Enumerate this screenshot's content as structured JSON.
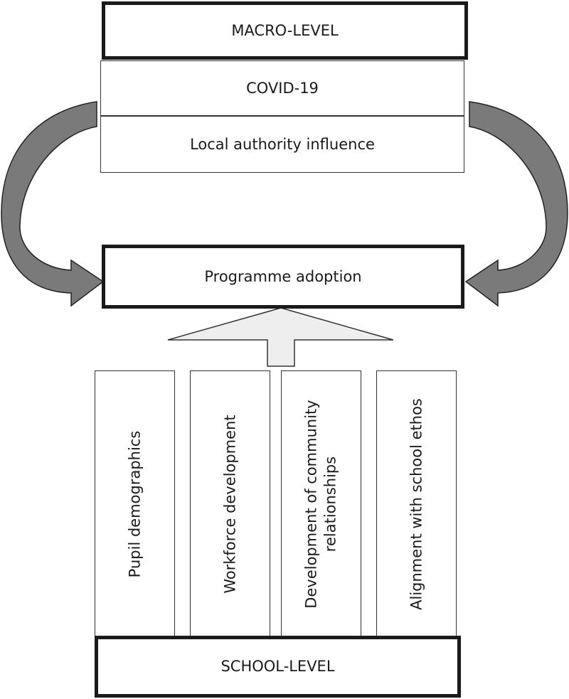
{
  "macro": {
    "title": "MACRO-LEVEL",
    "factors": [
      "COVID-19",
      "Local authority influence"
    ]
  },
  "center": {
    "label": "Programme adoption"
  },
  "school": {
    "title": "SCHOOL-LEVEL",
    "factors": [
      {
        "line1": "Pupil demographics",
        "line2": ""
      },
      {
        "line1": "Workforce development",
        "line2": ""
      },
      {
        "line1": "Development of community",
        "line2": "relationships"
      },
      {
        "line1": "Alignment with school ethos",
        "line2": ""
      }
    ]
  },
  "colors": {
    "arrow_fill": "#7a7a7a",
    "up_arrow_fill": "#eeeeee",
    "border": "#1a1a1a"
  }
}
